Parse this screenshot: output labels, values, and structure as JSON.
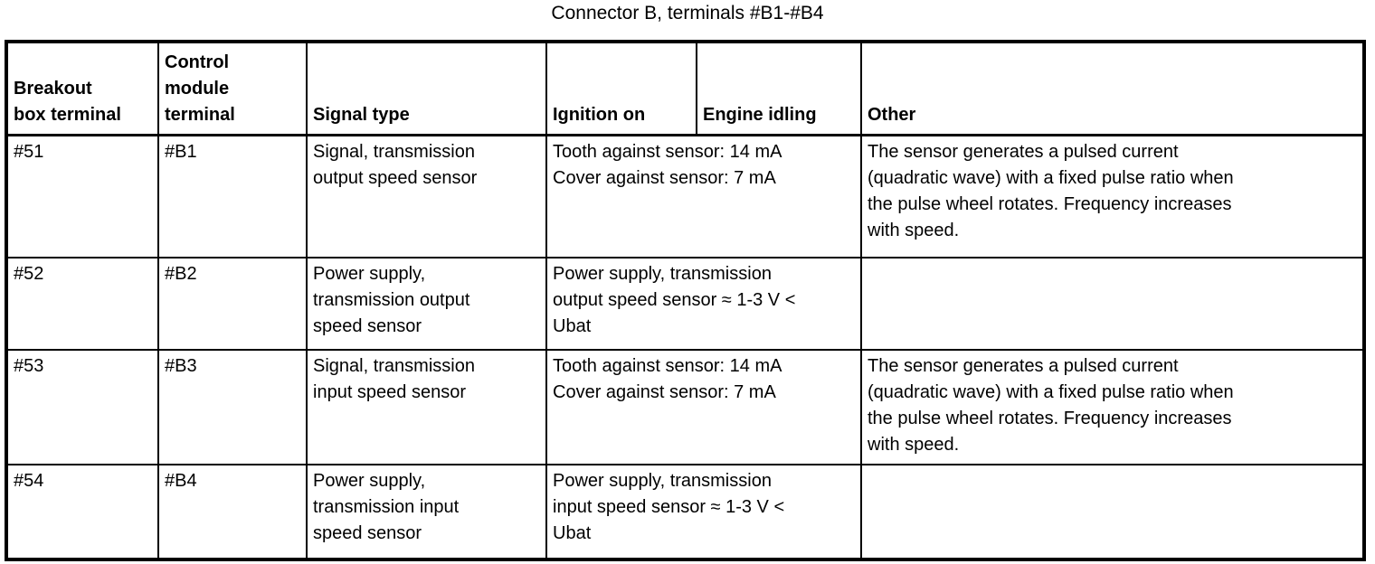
{
  "title": "Connector B, terminals #B1-#B4",
  "colors": {
    "text": "#000000",
    "background": "#ffffff",
    "border": "#000000"
  },
  "table": {
    "headers": [
      "Breakout\nbox terminal",
      "Control\nmodule\nterminal",
      "Signal type",
      "Ignition on",
      "Engine idling",
      "Other"
    ],
    "rows": [
      {
        "breakout_terminal": "#51",
        "module_terminal": "#B1",
        "signal_type": "Signal, transmission\noutput speed sensor",
        "measurement": "Tooth against sensor: 14 mA\nCover against sensor: 7 mA",
        "other": "The sensor generates a pulsed current\n(quadratic wave) with a fixed pulse ratio when\nthe pulse wheel rotates. Frequency increases\nwith speed."
      },
      {
        "breakout_terminal": "#52",
        "module_terminal": "#B2",
        "signal_type": "Power supply,\ntransmission output\nspeed sensor",
        "measurement": "Power supply, transmission\noutput speed sensor ≈ 1-3 V <\nUbat",
        "other": ""
      },
      {
        "breakout_terminal": "#53",
        "module_terminal": "#B3",
        "signal_type": "Signal, transmission\ninput speed sensor",
        "measurement": "Tooth against sensor: 14 mA\nCover against sensor: 7 mA",
        "other": "The sensor generates a pulsed current\n(quadratic wave) with a fixed pulse ratio when\nthe pulse wheel rotates. Frequency increases\nwith speed."
      },
      {
        "breakout_terminal": "#54",
        "module_terminal": "#B4",
        "signal_type": "Power supply,\ntransmission input\nspeed sensor",
        "measurement": "Power supply, transmission\ninput speed sensor ≈ 1-3 V <\nUbat",
        "other": ""
      }
    ]
  }
}
